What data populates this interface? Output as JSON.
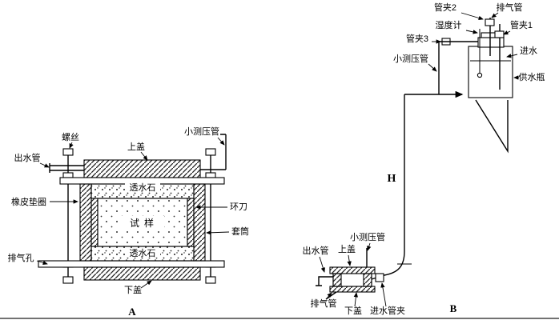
{
  "a": {
    "screw": "螺丝",
    "outlet_pipe": "出水管",
    "top_cover": "上盖",
    "piezometer": "小测压管",
    "porous_stone_top": "透水石",
    "specimen": "试样",
    "ring_cutter": "环刀",
    "sleeve": "套筒",
    "rubber_gasket": "橡皮垫圈",
    "vent_hole": "排气孔",
    "porous_stone_bottom": "透水石",
    "bottom_cover": "下盖",
    "caption": "A"
  },
  "b": {
    "clamp2": "管夹2",
    "exhaust_pipe": "排气管",
    "hygrometer": "湿度计",
    "clamp1": "管夹1",
    "water_inlet": "进水",
    "clamp3": "管夹3",
    "piezometer_upper": "小测压管",
    "supply_bottle": "供水瓶",
    "head": "H",
    "outlet_pipe": "出水管",
    "top_cover": "上盖",
    "piezometer_lower": "小测压管",
    "exhaust_pipe_lower": "排气管",
    "bottom_cover": "下盖",
    "inlet_clamp": "进水管夹",
    "caption": "B"
  }
}
